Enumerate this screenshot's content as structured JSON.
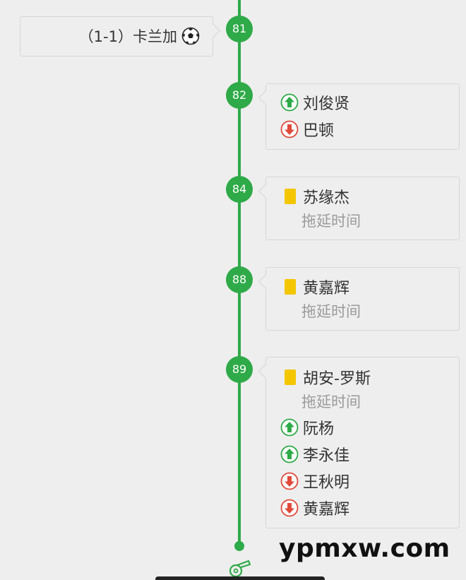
{
  "colors": {
    "timeline_green": "#2eaa48",
    "card_yellow": "#f3c600",
    "sub_in_green": "#2eaa48",
    "sub_out_red": "#e04a3a",
    "background": "#eeeeee"
  },
  "events": [
    {
      "minute": "81",
      "type": "goal",
      "side": "left",
      "text": "（1-1）卡兰加",
      "icon": "soccer-ball-icon"
    },
    {
      "minute": "82",
      "type": "substitution",
      "side": "right",
      "sub_in": "刘俊贤",
      "sub_out": "巴顿",
      "icons": [
        "sub-in-arrow-icon",
        "sub-out-arrow-icon"
      ]
    },
    {
      "minute": "84",
      "type": "yellow_card",
      "side": "right",
      "player": "苏缘杰",
      "reason": "拖延时间",
      "icon": "yellow-card-icon"
    },
    {
      "minute": "88",
      "type": "yellow_card",
      "side": "right",
      "player": "黄嘉辉",
      "reason": "拖延时间",
      "icon": "yellow-card-icon"
    },
    {
      "minute": "89",
      "type": "multiple",
      "side": "right",
      "card_player": "胡安-罗斯",
      "card_reason": "拖延时间",
      "sub_in_1": "阮杨",
      "sub_in_2": "李永佳",
      "sub_out_1": "王秋明",
      "sub_out_2": "黄嘉辉"
    }
  ],
  "end_icon": "whistle-icon",
  "watermark": "ypmxw.com"
}
